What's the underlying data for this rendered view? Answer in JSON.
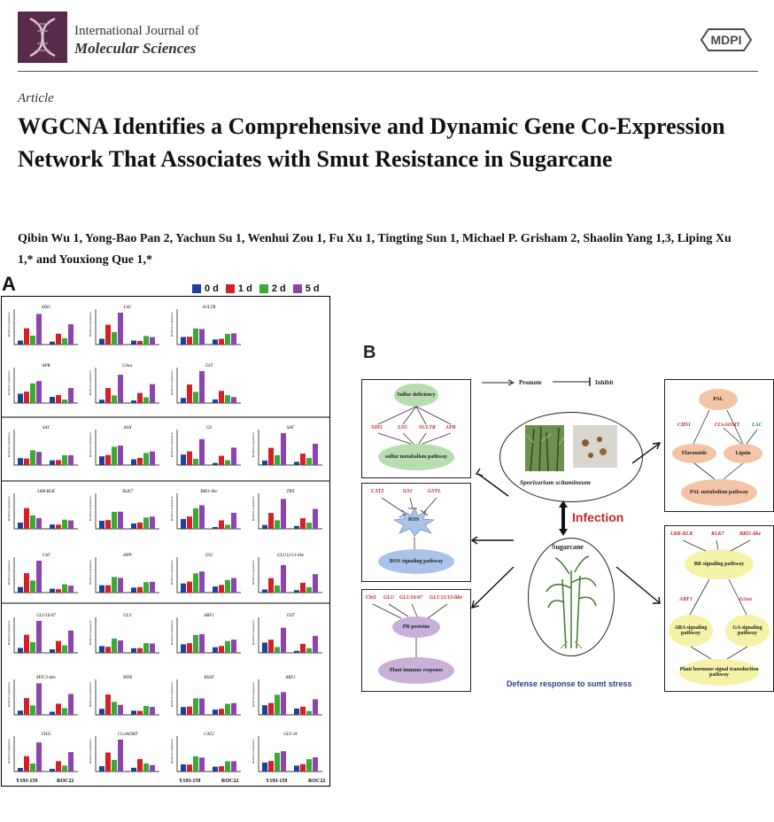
{
  "header": {
    "journal_line1": "International Journal of",
    "journal_line2": "Molecular Sciences",
    "publisher": "MDPI"
  },
  "article_type": "Article",
  "title": "WGCNA Identifies a Comprehensive and Dynamic Gene Co-Expression Network That Associates with Smut Resistance in Sugarcane",
  "authors": "Qibin Wu 1, Yong-Bao Pan 2, Yachun Su 1, Wenhui Zou 1, Fu Xu 1, Tingting Sun 1, Michael P. Grisham 2, Shaolin Yang 1,3, Liping Xu 1,* and Youxiong Que 1,*",
  "figure_a": {
    "label": "A",
    "legend": [
      {
        "label": "0 d",
        "color": "#1f3f99"
      },
      {
        "label": "1 d",
        "color": "#d42027"
      },
      {
        "label": "2 d",
        "color": "#3aaa35"
      },
      {
        "label": "5 d",
        "color": "#8e44ad"
      }
    ],
    "ylabel": "Relative expression",
    "x_groups": [
      "Y193-159",
      "ROC22"
    ],
    "charts": [
      {
        "gene": "SDI1"
      },
      {
        "gene": "LSU"
      },
      {
        "gene": "SULTR"
      },
      {
        "gene": "APR"
      },
      {
        "gene": "GAox"
      },
      {
        "gene": "GST"
      },
      {
        "gene": "SAT"
      },
      {
        "gene": "ASN"
      },
      {
        "gene": "GS"
      },
      {
        "gene": "SAT"
      },
      {
        "gene": "LRR-RLK"
      },
      {
        "gene": "RLK7"
      },
      {
        "gene": "BRI1-like"
      },
      {
        "gene": "TRX"
      },
      {
        "gene": "CAT"
      },
      {
        "gene": "HPP"
      },
      {
        "gene": "GS1"
      },
      {
        "gene": "GLU12/13-like"
      },
      {
        "gene": "GLU16/47"
      },
      {
        "gene": "GLU"
      },
      {
        "gene": "ABF1"
      },
      {
        "gene": "GST"
      },
      {
        "gene": "MYC3-like"
      },
      {
        "gene": "MYB"
      },
      {
        "gene": "BSAT"
      },
      {
        "gene": "ABF1"
      },
      {
        "gene": "CHI1"
      },
      {
        "gene": "CCoAOMT"
      },
      {
        "gene": "CAT2"
      },
      {
        "gene": "GLU-H"
      }
    ]
  },
  "figure_b": {
    "label": "B",
    "legend_promote": "Promote",
    "legend_inhibit": "Inhibit",
    "pathogen": "Sporisorium scitamineum",
    "infection": "Infection",
    "host": "Sugarcane",
    "caption": "Defense response to sumt stress",
    "sulfur": {
      "root": "Sulfur deficiency",
      "genes": [
        "SDI1",
        "LSU",
        "SULTR",
        "APR"
      ],
      "pathway": "sulfur metabolism pathway"
    },
    "ros": {
      "genes": [
        "CAT2",
        "GS1",
        "GSTL"
      ],
      "root": "ROS",
      "pathway": "ROS signaling pathway"
    },
    "pr": {
      "genes": [
        "Chi1",
        "GLU",
        "GLU16/47",
        "GLU12/13-like"
      ],
      "node": "PR proteins",
      "pathway": "Plant immune response"
    },
    "pal": {
      "root": "PAL",
      "genes": [
        "CHS1",
        "CCoAOMT",
        "LAC"
      ],
      "left": "Flavonoids",
      "right": "Lignin",
      "pathway": "PAL metabolism pathway"
    },
    "hormone": {
      "genes": [
        "LRR-RLK",
        "RLK7",
        "BRI1-like"
      ],
      "br": "BR signaling pathway",
      "abf": "ABF1",
      "gaox": "GAox",
      "aba": "ABA signaling pathway",
      "ga": "GA signaling pathway",
      "pathway": "Plant hormone signal transduction pathway"
    }
  }
}
